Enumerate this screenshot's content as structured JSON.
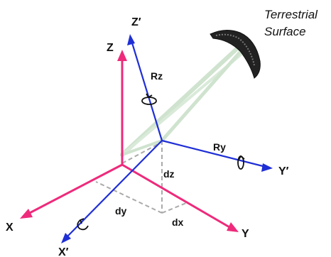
{
  "caption": {
    "line1": "Terrestrial",
    "line2": "Surface"
  },
  "axes": {
    "global": {
      "x": "X",
      "y": "Y",
      "z": "Z",
      "color": "#ee2a7b"
    },
    "local": {
      "x": "X′",
      "y": "Y′",
      "z": "Z′",
      "color": "#1f2fd6"
    }
  },
  "translations": {
    "dx": "dx",
    "dy": "dy",
    "dz": "dz"
  },
  "rotations": {
    "rx": "",
    "ry": "Ry",
    "rz": "Rz"
  },
  "colors": {
    "guide": "#aaaaaa",
    "position_vector": "#cfe3cf",
    "surface": "#111111"
  }
}
